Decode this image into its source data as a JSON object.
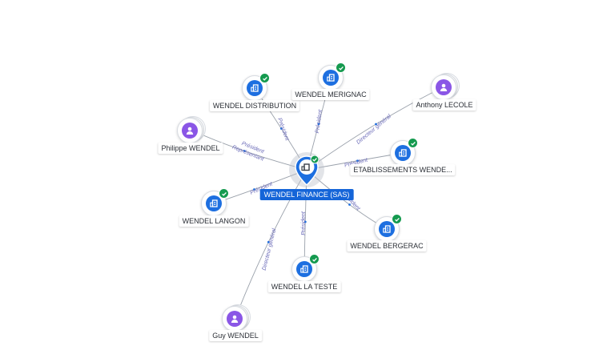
{
  "center": {
    "label": "WENDEL FINANCE (SAS)",
    "type": "company",
    "verified": true
  },
  "nodes": [
    {
      "id": "distribution",
      "label": "WENDEL DISTRIBUTION",
      "type": "company",
      "verified": true
    },
    {
      "id": "merignac",
      "label": "WENDEL MERIGNAC",
      "type": "company",
      "verified": true
    },
    {
      "id": "lecole",
      "label": "Anthony LECOLE",
      "type": "person",
      "verified": false
    },
    {
      "id": "philippe",
      "label": "Philippe WENDEL",
      "type": "person",
      "verified": false
    },
    {
      "id": "etablissements",
      "label": "ETABLISSEMENTS WENDE...",
      "type": "company",
      "verified": true
    },
    {
      "id": "langon",
      "label": "WENDEL LANGON",
      "type": "company",
      "verified": true
    },
    {
      "id": "bergerac",
      "label": "WENDEL BERGERAC",
      "type": "company",
      "verified": true
    },
    {
      "id": "lateste",
      "label": "WENDEL LA TESTE",
      "type": "company",
      "verified": true
    },
    {
      "id": "guy",
      "label": "Guy WENDEL",
      "type": "person",
      "verified": false
    }
  ],
  "edges": [
    {
      "to": "distribution",
      "label": "Président"
    },
    {
      "to": "merignac",
      "label": "Président"
    },
    {
      "to": "lecole",
      "label": "Directeur général"
    },
    {
      "to": "philippe",
      "label": "Président",
      "label2": "Représentant"
    },
    {
      "to": "etablissements",
      "label": "Président"
    },
    {
      "to": "langon",
      "label": "Président"
    },
    {
      "to": "bergerac",
      "label": "Président"
    },
    {
      "to": "lateste",
      "label": "Président"
    },
    {
      "to": "guy",
      "label": "Directeur général"
    }
  ],
  "colors": {
    "company": "#1d6fe0",
    "person": "#8a56e6",
    "verified": "#159a4f",
    "center_label_bg": "#1565d8",
    "edge": "#9aa1ab",
    "edge_label": "#6a6ab8"
  },
  "icons": {
    "company": "building-icon",
    "person": "person-icon",
    "verified": "check-icon",
    "center": "location-pin-icon"
  }
}
